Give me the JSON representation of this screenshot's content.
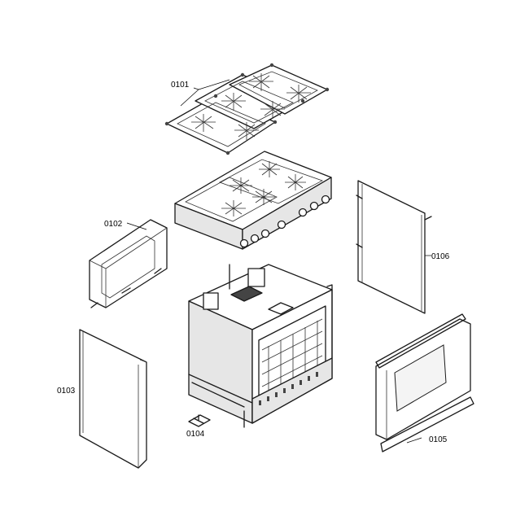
{
  "parts": [
    {
      "id": "grates",
      "label": "0101"
    },
    {
      "id": "side-panel-left",
      "label": "0102"
    },
    {
      "id": "side-panel-outer",
      "label": "0103"
    },
    {
      "id": "leveling-foot",
      "label": "0104"
    },
    {
      "id": "oven-door",
      "label": "0105"
    },
    {
      "id": "back-panel",
      "label": "0106"
    }
  ]
}
